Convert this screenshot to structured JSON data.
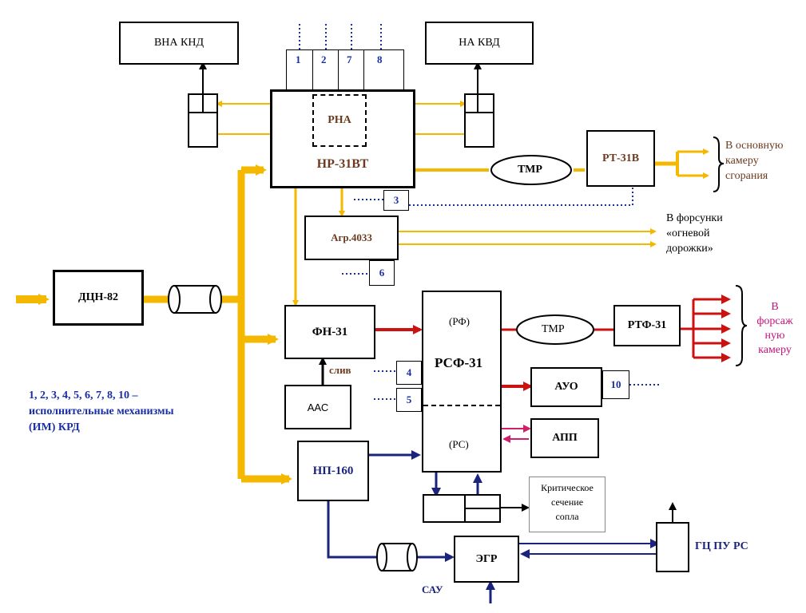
{
  "colors": {
    "fuel": "#f5b800",
    "forsazh": "#cc1111",
    "control": "#1a237e",
    "ink": "#000000",
    "note_blue": "#1a2ea8",
    "magenta": "#c0137a",
    "brown_text": "#6b3a1f"
  },
  "units": {
    "vna_knd": "ВНА КНД",
    "na_kvd": "НА КВД",
    "nr31vt": "НР-31ВТ",
    "rna": "РНА",
    "tmr_main": "ТМР",
    "rt31v": "РТ-31В",
    "agr4033": "Агр.4033",
    "dcn82": "ДЦН-82",
    "fn31": "ФН-31",
    "rsf31": "РСФ-31",
    "rf": "(РФ)",
    "rs": "(РС)",
    "tmr_fors": "ТМР",
    "rtf31": "РТФ-31",
    "auo": "АУО",
    "app": "АПП",
    "aas": "ААС",
    "np160": "НП-160",
    "egr": "ЭГР",
    "gc_pu_rs": "ГЦ ПУ РС",
    "critical_section": [
      "Критическое",
      "сечение",
      "сопла"
    ]
  },
  "actuator_numbers": [
    "1",
    "2",
    "7",
    "8",
    "3",
    "6",
    "4",
    "5",
    "10"
  ],
  "labels": {
    "main_chamber": [
      "В основную",
      "камеру",
      "сгорания"
    ],
    "forsunki": [
      "В форсунки",
      "«огневой",
      "дорожки»"
    ],
    "forsazh_chamber": [
      "В",
      "форсаж",
      "ную",
      "камеру"
    ],
    "sliv": "слив",
    "sau": "САУ",
    "legend": [
      "1, 2, 3, 4, 5, 6, 7, 8, 10 –",
      "исполнительные механизмы",
      "(ИМ) КРД"
    ]
  }
}
